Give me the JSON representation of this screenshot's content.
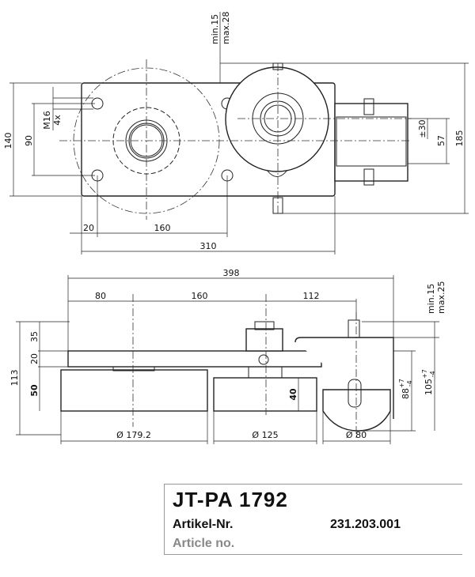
{
  "top_view": {
    "dim_min_max": [
      "min.15",
      "max.28"
    ],
    "dim_140": "140",
    "dim_90": "90",
    "thread": "M16",
    "thread_count": "4x",
    "dim_185": "185",
    "dim_57": "57",
    "dim_pm30": "±30",
    "dim_20": "20",
    "dim_160": "160",
    "dim_310": "310"
  },
  "side_view": {
    "dim_398": "398",
    "dim_80": "80",
    "dim_160": "160",
    "dim_112": "112",
    "dim_min_max": [
      "min.15",
      "max.25"
    ],
    "dim_113": "113",
    "dim_35": "35",
    "dim_20": "20",
    "dim_50": "50",
    "dim_40": "40",
    "dim_88": "88",
    "dim_88_tol_plus": "+7",
    "dim_88_tol_minus": "-4",
    "dim_105": "105",
    "dim_105_tol_plus": "+7",
    "dim_105_tol_minus": "-4",
    "dia_179": "Ø 179.2",
    "dia_125": "Ø 125",
    "dia_80": "Ø 80"
  },
  "title_block": {
    "product": "JT-PA 1792",
    "article_label_de": "Artikel-Nr.",
    "article_number": "231.203.001",
    "article_label_en": "Article no."
  }
}
